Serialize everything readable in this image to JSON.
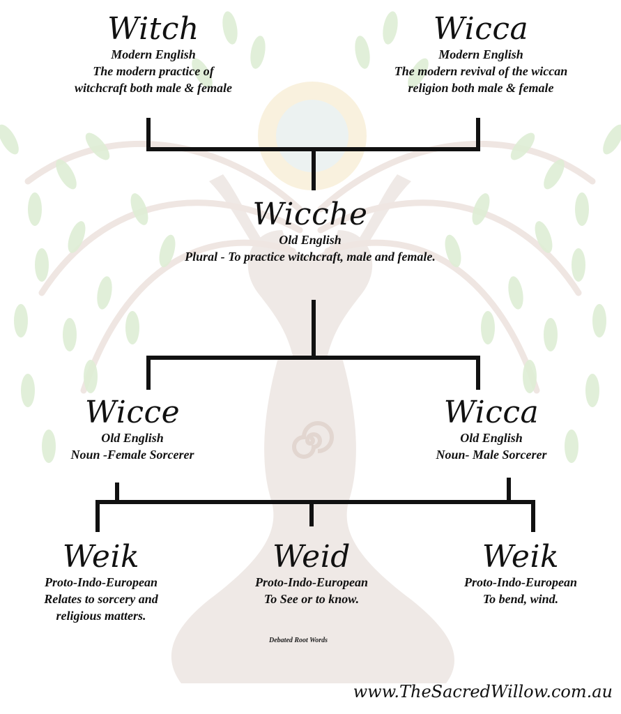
{
  "colors": {
    "line": "#111111",
    "leaf": "#dcebd2",
    "figure": "#ece6e3",
    "sun": "#f3e6c4"
  },
  "nodes": {
    "witch": {
      "word": "Witch",
      "lang": "Modern English",
      "desc": "The modern practice of witchcraft both male & female"
    },
    "wicca_modern": {
      "word": "Wicca",
      "lang": "Modern English",
      "desc": "The modern revival of the wiccan religion both male & female"
    },
    "wicche": {
      "word": "Wicche",
      "lang": "Old English",
      "desc": "Plural - To practice witchcraft, male and female."
    },
    "wicce": {
      "word": "Wicce",
      "lang": "Old English",
      "desc": "Noun -Female Sorcerer"
    },
    "wicca_old": {
      "word": "Wicca",
      "lang": "Old English",
      "desc": "Noun- Male Sorcerer"
    },
    "weik1": {
      "word": "Weik",
      "lang": "Proto-Indo-European",
      "desc": "Relates to sorcery and religious matters."
    },
    "weid": {
      "word": "Weid",
      "lang": "Proto-Indo-European",
      "desc": "To See or to know."
    },
    "weik2": {
      "word": "Weik",
      "lang": "Proto-Indo-European",
      "desc": "To bend, wind."
    }
  },
  "note": "Debated Root Words",
  "website": "www.TheSacredWillow.com.au"
}
